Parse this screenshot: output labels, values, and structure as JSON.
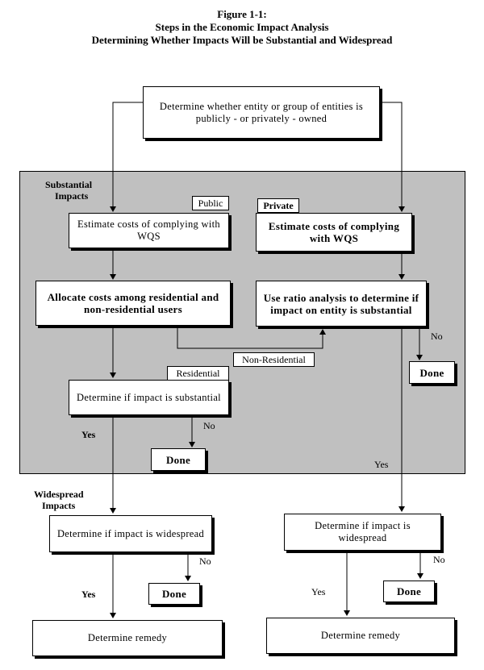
{
  "figure": {
    "title_line1": "Figure 1-1:",
    "title_line2": "Steps in the Economic Impact Analysis",
    "title_line3": "Determining Whether Impacts Will be Substantial and Widespread"
  },
  "sections": {
    "substantial_line1": "Substantial",
    "substantial_line2": "Impacts",
    "widespread_line1": "Widespread",
    "widespread_line2": "Impacts"
  },
  "nodes": {
    "start": "Determine whether entity or group of entities is publicly - or privately - owned",
    "public_costs": "Estimate costs of complying with WQS",
    "private_costs": "Estimate costs of complying with WQS",
    "allocate": "Allocate costs among residential and non-residential users",
    "ratio": "Use ratio analysis to determine if impact on entity is substantial",
    "substantial_check": "Determine if impact is substantial",
    "done_ratio": "Done",
    "done_substantial": "Done",
    "widespread_left": "Determine if impact is widespread",
    "widespread_right": "Determine if impact is widespread",
    "done_widespread_left": "Done",
    "done_widespread_right": "Done",
    "remedy_left": "Determine remedy",
    "remedy_right": "Determine remedy"
  },
  "tags": {
    "public": "Public",
    "private": "Private",
    "residential": "Residential",
    "non_residential": "Non-Residential"
  },
  "edge_labels": {
    "no_ratio": "No",
    "no_substantial": "No",
    "yes_substantial": "Yes",
    "yes_ratio": "Yes",
    "no_widespread_left": "No",
    "yes_widespread_left": "Yes",
    "no_widespread_right": "No",
    "yes_widespread_right": "Yes"
  }
}
